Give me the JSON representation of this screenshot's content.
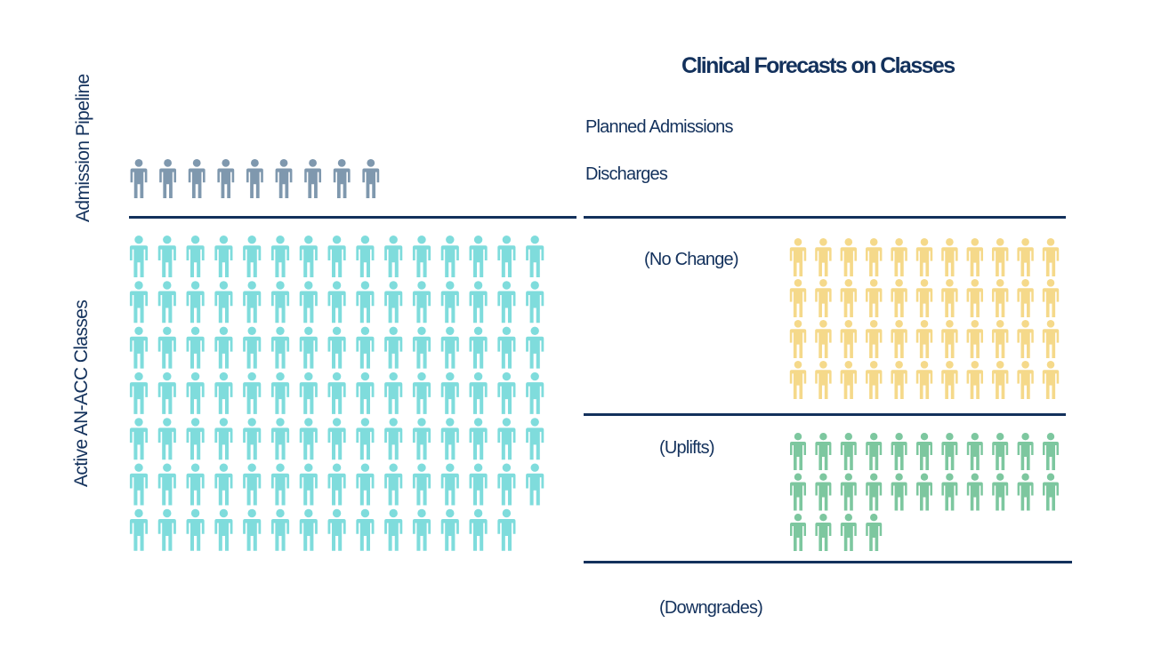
{
  "chart_data": {
    "type": "pictograph",
    "title": "Clinical Forecasts on Classes",
    "y_labels": {
      "pipeline": "Admission Pipeline",
      "active": "Active AN-ACC Classes"
    },
    "series": [
      {
        "name": "Admission Pipeline",
        "count": 9,
        "color": "#7f98ae"
      },
      {
        "name": "Active AN-ACC Classes",
        "count": 104,
        "color": "#7fdcdc"
      },
      {
        "name": "(No Change)",
        "count": 44,
        "color": "#f5d98a"
      },
      {
        "name": "(Uplifts)",
        "count": 26,
        "color": "#7dc79f"
      },
      {
        "name": "(Downgrades)",
        "count": 0,
        "color": "#7fdcdc"
      }
    ],
    "text_labels": {
      "planned_admissions": "Planned Admissions",
      "discharges": "Discharges",
      "no_change": "(No Change)",
      "uplifts": "(Uplifts)",
      "downgrades": "(Downgrades)"
    },
    "rule_color": "#13315c"
  }
}
